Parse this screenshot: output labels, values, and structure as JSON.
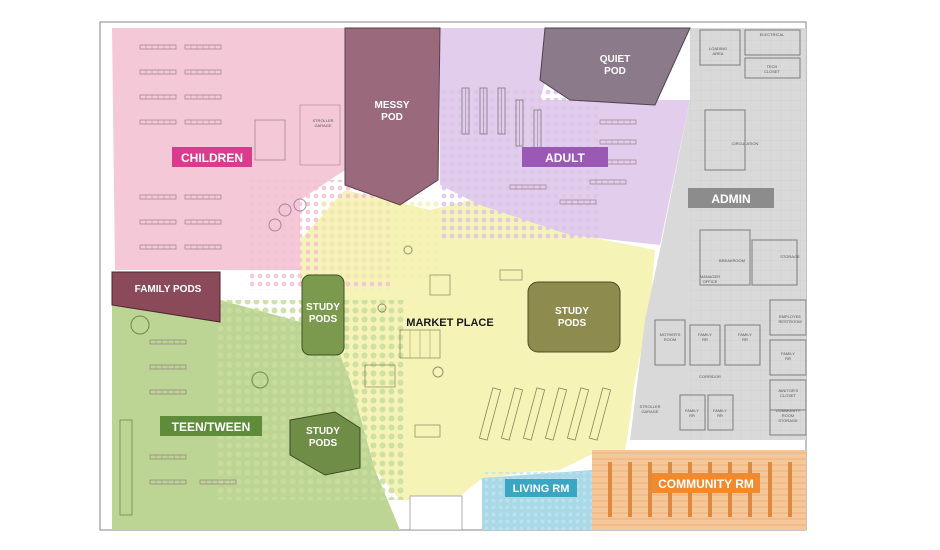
{
  "plan": {
    "zones": {
      "children": {
        "label": "CHILDREN",
        "color": "#d93c8c"
      },
      "adult": {
        "label": "ADULT",
        "color": "#9b59b6"
      },
      "admin": {
        "label": "ADMIN",
        "color": "#8c8c8c"
      },
      "teen": {
        "label": "TEEN/TWEEN",
        "color": "#5e8c3a"
      },
      "market": {
        "label": "MARKET PLACE"
      },
      "community": {
        "label": "COMMUNITY RM",
        "color": "#f08a2c"
      },
      "living": {
        "label": "LIVING RM",
        "color": "#3aa6c4"
      }
    },
    "pods": {
      "messy": [
        "MESSY",
        "POD"
      ],
      "quiet": [
        "QUIET",
        "POD"
      ],
      "family": "FAMILY PODS",
      "study_left": [
        "STUDY",
        "PODS"
      ],
      "study_center": [
        "STUDY",
        "PODS"
      ],
      "study_teen": [
        "STUDY",
        "PODS"
      ]
    },
    "rooms": {
      "electrical": "ELECTRICAL",
      "tech_closet": [
        "TECH",
        "CLOSET"
      ],
      "loading": [
        "LOADING",
        "AREA"
      ],
      "circulation": "CIRCULATION",
      "stroller_garage_top": [
        "STROLLER",
        "GARAGE"
      ],
      "manager_office": [
        "MANAGER",
        "OFFICE"
      ],
      "breakroom": "BREAKROOM",
      "storage": "STORAGE",
      "employee_restroom": [
        "EMPLOYEE",
        "RESTROOM"
      ],
      "mothers_room": [
        "MOTHER'S",
        "ROOM"
      ],
      "family_rr_1": [
        "FAMILY",
        "RR"
      ],
      "family_rr_2": [
        "FAMILY",
        "RR"
      ],
      "family_rr_3": [
        "FAMILY",
        "RR"
      ],
      "corridor": "CORRIDOR",
      "janitors_closet": [
        "JANITOR'S",
        "CLOSET"
      ],
      "stroller_garage_bottom": [
        "STROLLER",
        "GARAGE"
      ],
      "community_storage": [
        "COMMUNITY",
        "ROOM",
        "STORAGE"
      ],
      "family_rr_4": [
        "FAMILY",
        "RR"
      ],
      "family_rr_5": [
        "FAMILY",
        "RR"
      ]
    }
  }
}
